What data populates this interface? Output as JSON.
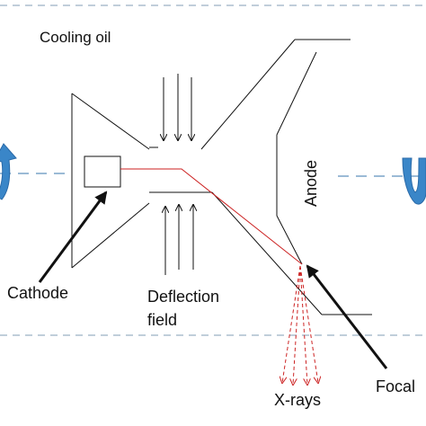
{
  "labels": {
    "cooling_oil": "Cooling oil",
    "cathode": "Cathode",
    "deflection": "Deflection",
    "field": "field",
    "x_rays": "X-rays",
    "focal": "Focal",
    "anode": "Anode"
  },
  "colors": {
    "outline": "#111111",
    "electron_beam": "#cc2222",
    "x_rays": "#cc2222",
    "rotation_arrow": "#3a86c8",
    "axis_dash": "#7aa3c8",
    "bottom_dash": "#9ab0c4",
    "top_dash": "#9ab0c4"
  },
  "icons": {
    "left_rotation": "curved-arrow-icon",
    "right_rotation": "curved-arrow-icon"
  }
}
